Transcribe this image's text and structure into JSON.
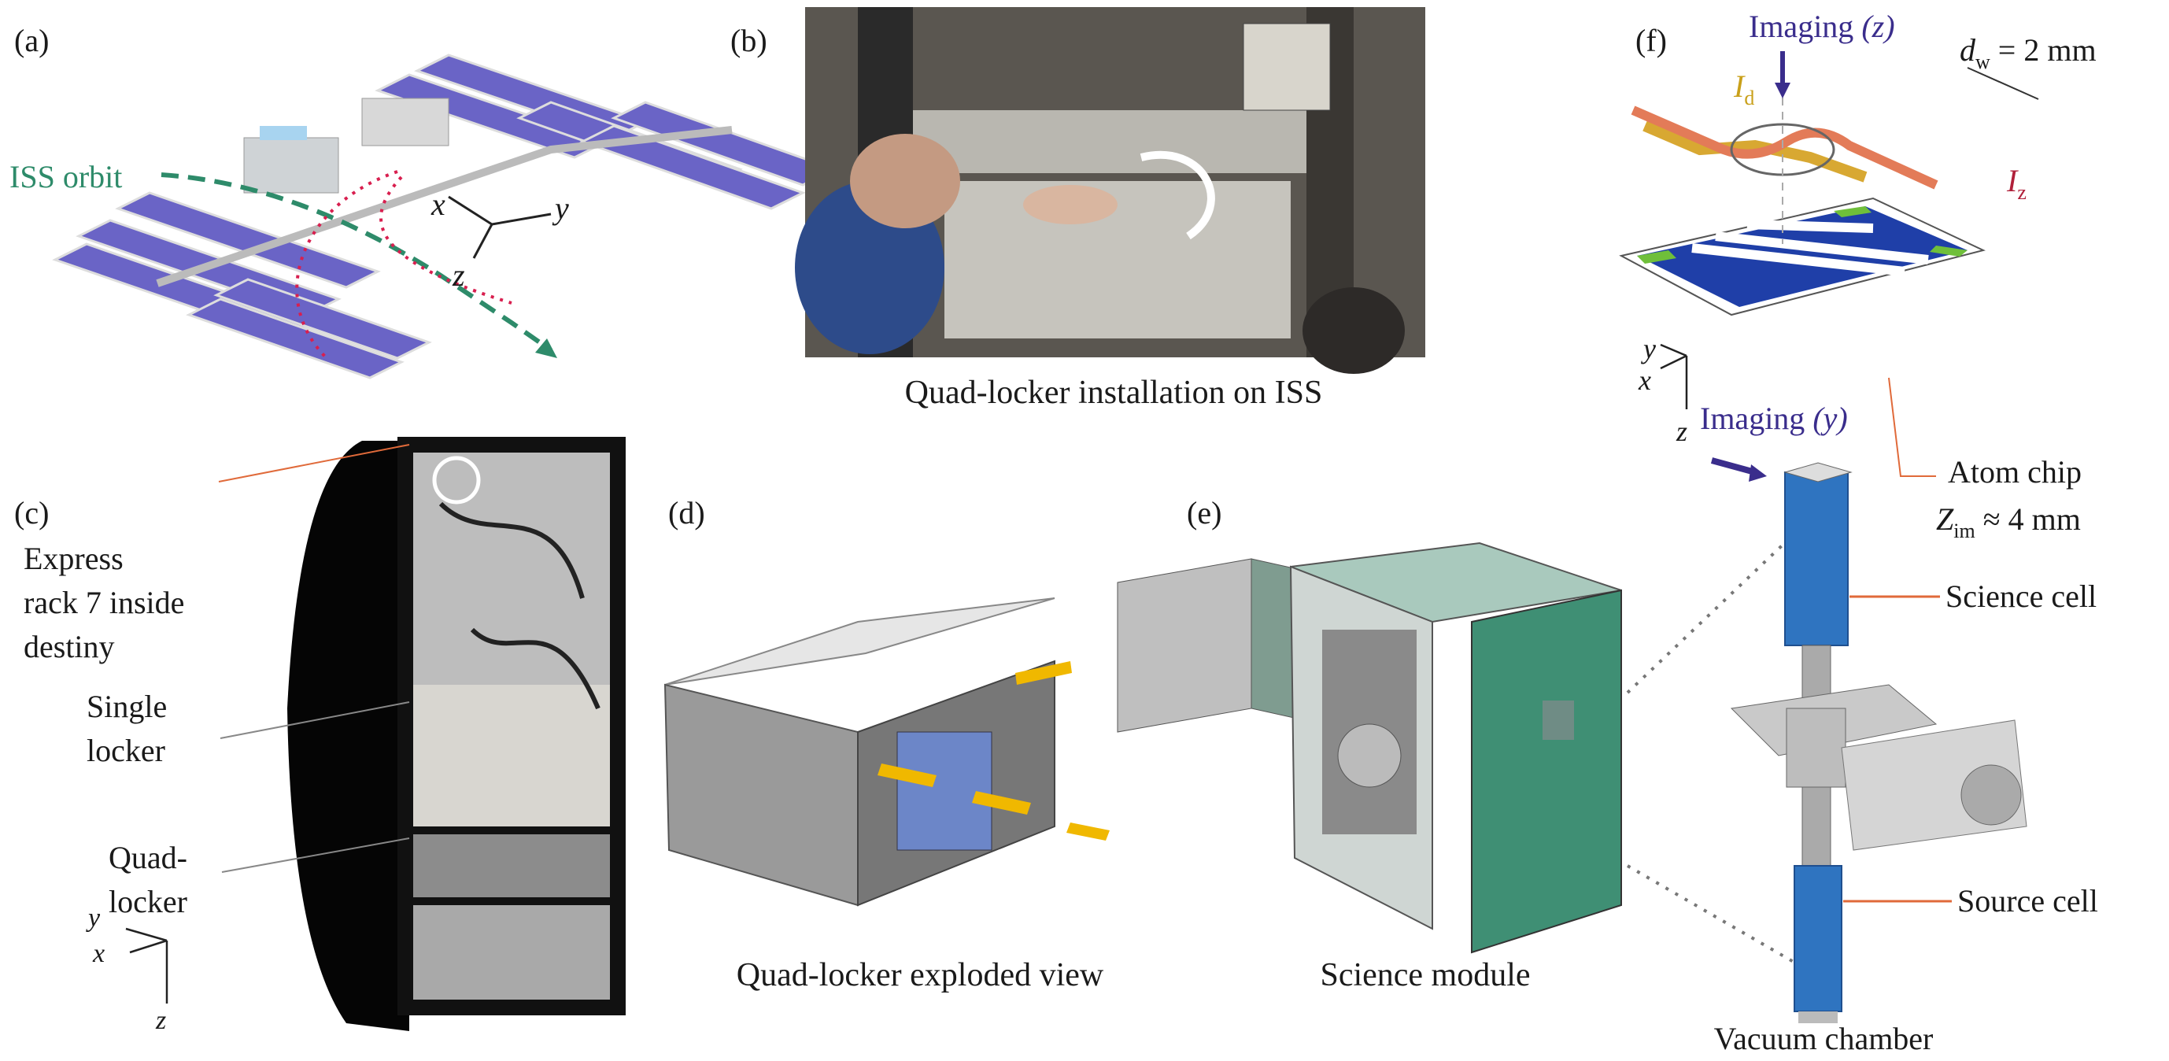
{
  "panels": {
    "a": {
      "label": "(a)",
      "orbit_label": "ISS orbit",
      "axes": {
        "x": "x",
        "y": "y",
        "z": "z"
      }
    },
    "b": {
      "label": "(b)",
      "caption": "Quad-locker installation on ISS"
    },
    "c": {
      "label": "(c)",
      "rack_lines": [
        "Express",
        "rack 7 inside",
        "destiny"
      ],
      "single_locker": [
        "Single",
        "locker"
      ],
      "quad_locker": [
        "Quad-",
        "locker"
      ],
      "axes": {
        "x": "x",
        "y": "y",
        "z": "z"
      }
    },
    "d": {
      "label": "(d)",
      "caption": "Quad-locker exploded view"
    },
    "e": {
      "label": "(e)",
      "caption": "Science module"
    },
    "f": {
      "label": "(f)",
      "imaging_z": "Imaging",
      "imaging_z_axis": "(z)",
      "dw_symbol": "d",
      "dw_sub": "w",
      "dw_value": "= 2 mm",
      "id_symbol": "I",
      "id_sub": "d",
      "iz_symbol": "I",
      "iz_sub": "z",
      "axes": {
        "x": "x",
        "y": "y",
        "z": "z"
      },
      "imaging_y": "Imaging",
      "imaging_y_axis": "(y)",
      "atom_chip": "Atom chip",
      "zim_symbol": "Z",
      "zim_sub": "im",
      "zim_value": "≈ 4 mm",
      "science_cell": "Science cell",
      "source_cell": "Source cell",
      "vacuum_chamber": "Vacuum chamber"
    }
  },
  "colors": {
    "orbit": "#2e8b6a",
    "solar": "#6a64c6",
    "imaging": "#3a2d8c",
    "cell": "#2f74c0",
    "pointer": "#e06a3a",
    "id_wire": "#d8a832",
    "iz_wire": "#e37b58",
    "iz_text": "#b0203a",
    "id_text": "#c9a01a",
    "chip_blue": "#1f3fa8",
    "chip_green": "#6fbf3a"
  }
}
